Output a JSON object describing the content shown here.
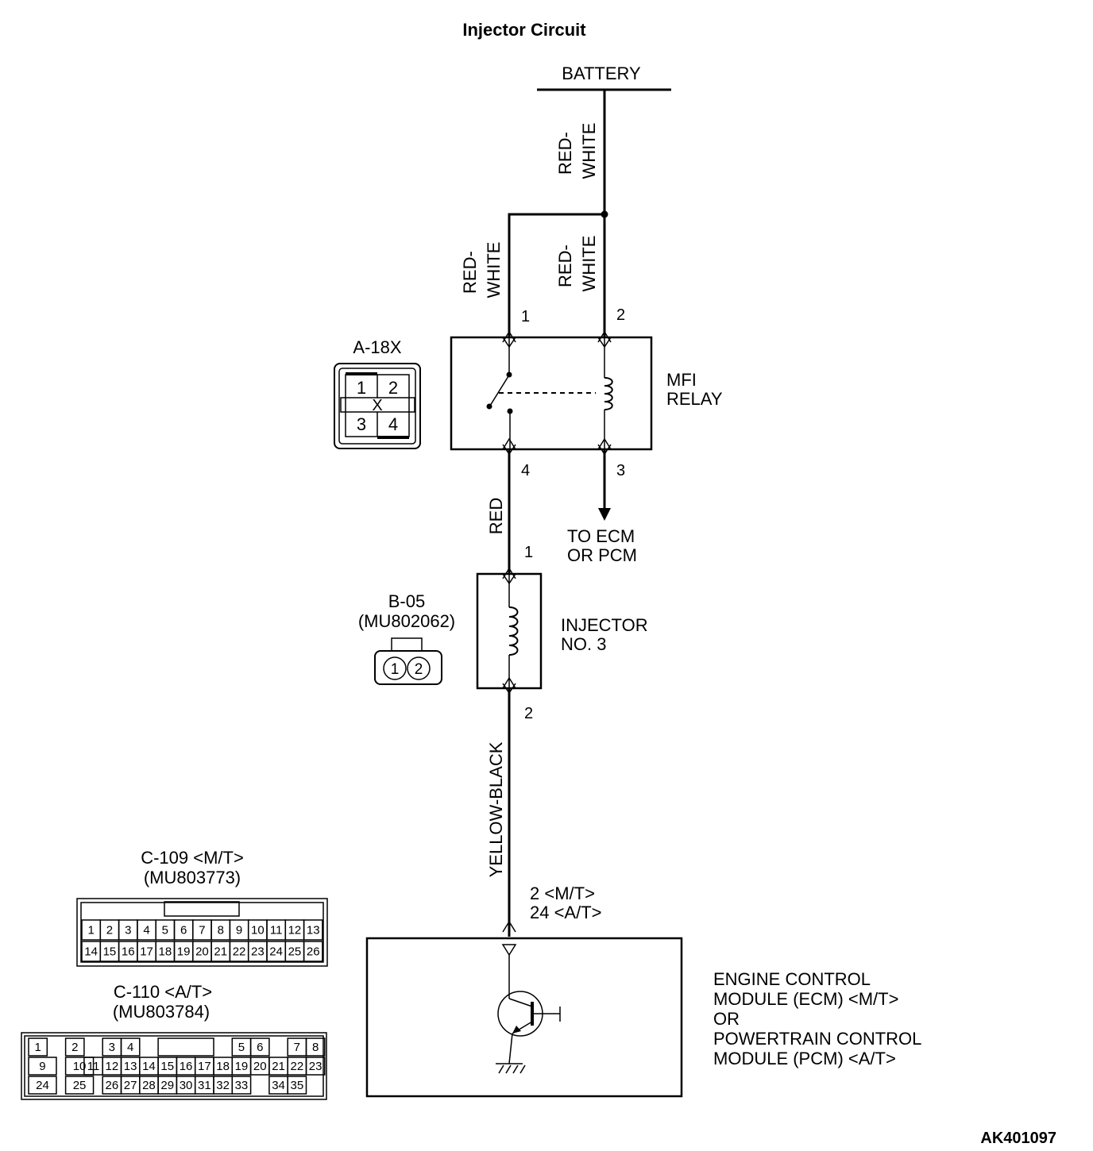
{
  "title": "Injector Circuit",
  "figure_id": "AK401097",
  "battery": {
    "label": "BATTERY"
  },
  "wires": {
    "battery_feed": [
      "RED-",
      "WHITE"
    ],
    "relay_pin1": [
      "RED-",
      "WHITE"
    ],
    "relay_pin2": [
      "RED-",
      "WHITE"
    ],
    "relay_to_injector": "RED",
    "injector_to_module": "YELLOW-BLACK"
  },
  "mfi_relay": {
    "lines": [
      "MFI",
      "RELAY"
    ],
    "pins": {
      "p1": "1",
      "p2": "2",
      "p3": "3",
      "p4": "4"
    },
    "to_module": [
      "TO ECM",
      "OR PCM"
    ]
  },
  "connector_a18x": {
    "label": "A-18X",
    "cells": [
      "1",
      "2",
      "3",
      "4"
    ],
    "center_mark": "X"
  },
  "injector": {
    "lines": [
      "INJECTOR",
      "NO. 3"
    ],
    "pins": {
      "top": "1",
      "bottom": "2"
    }
  },
  "connector_b05": {
    "label": "B-05",
    "part": "(MU802062)",
    "pins": [
      "1",
      "2"
    ]
  },
  "module": {
    "pins": [
      "2 <M/T>",
      "24 <A/T>"
    ],
    "lines": [
      "ENGINE CONTROL",
      "MODULE (ECM) <M/T>",
      "OR",
      "POWERTRAIN CONTROL",
      "MODULE (PCM) <A/T>"
    ]
  },
  "connector_c109": {
    "label": "C-109 <M/T>",
    "part": "(MU803773)",
    "row1": [
      "1",
      "2",
      "3",
      "4",
      "5",
      "6",
      "7",
      "8",
      "9",
      "10",
      "11",
      "12",
      "13"
    ],
    "row2": [
      "14",
      "15",
      "16",
      "17",
      "18",
      "19",
      "20",
      "21",
      "22",
      "23",
      "24",
      "25",
      "26"
    ]
  },
  "connector_c110": {
    "label": "C-110 <A/T>",
    "part": "(MU803784)",
    "row1": [
      "1",
      "2",
      "3",
      "4",
      "5",
      "6",
      "7",
      "8"
    ],
    "row2": [
      "9",
      "10",
      "11",
      "12",
      "13",
      "14",
      "15",
      "16",
      "17",
      "18",
      "19",
      "20",
      "21",
      "22",
      "23"
    ],
    "row3": [
      "24",
      "25",
      "26",
      "27",
      "28",
      "29",
      "30",
      "31",
      "32",
      "33",
      "34",
      "35"
    ]
  }
}
